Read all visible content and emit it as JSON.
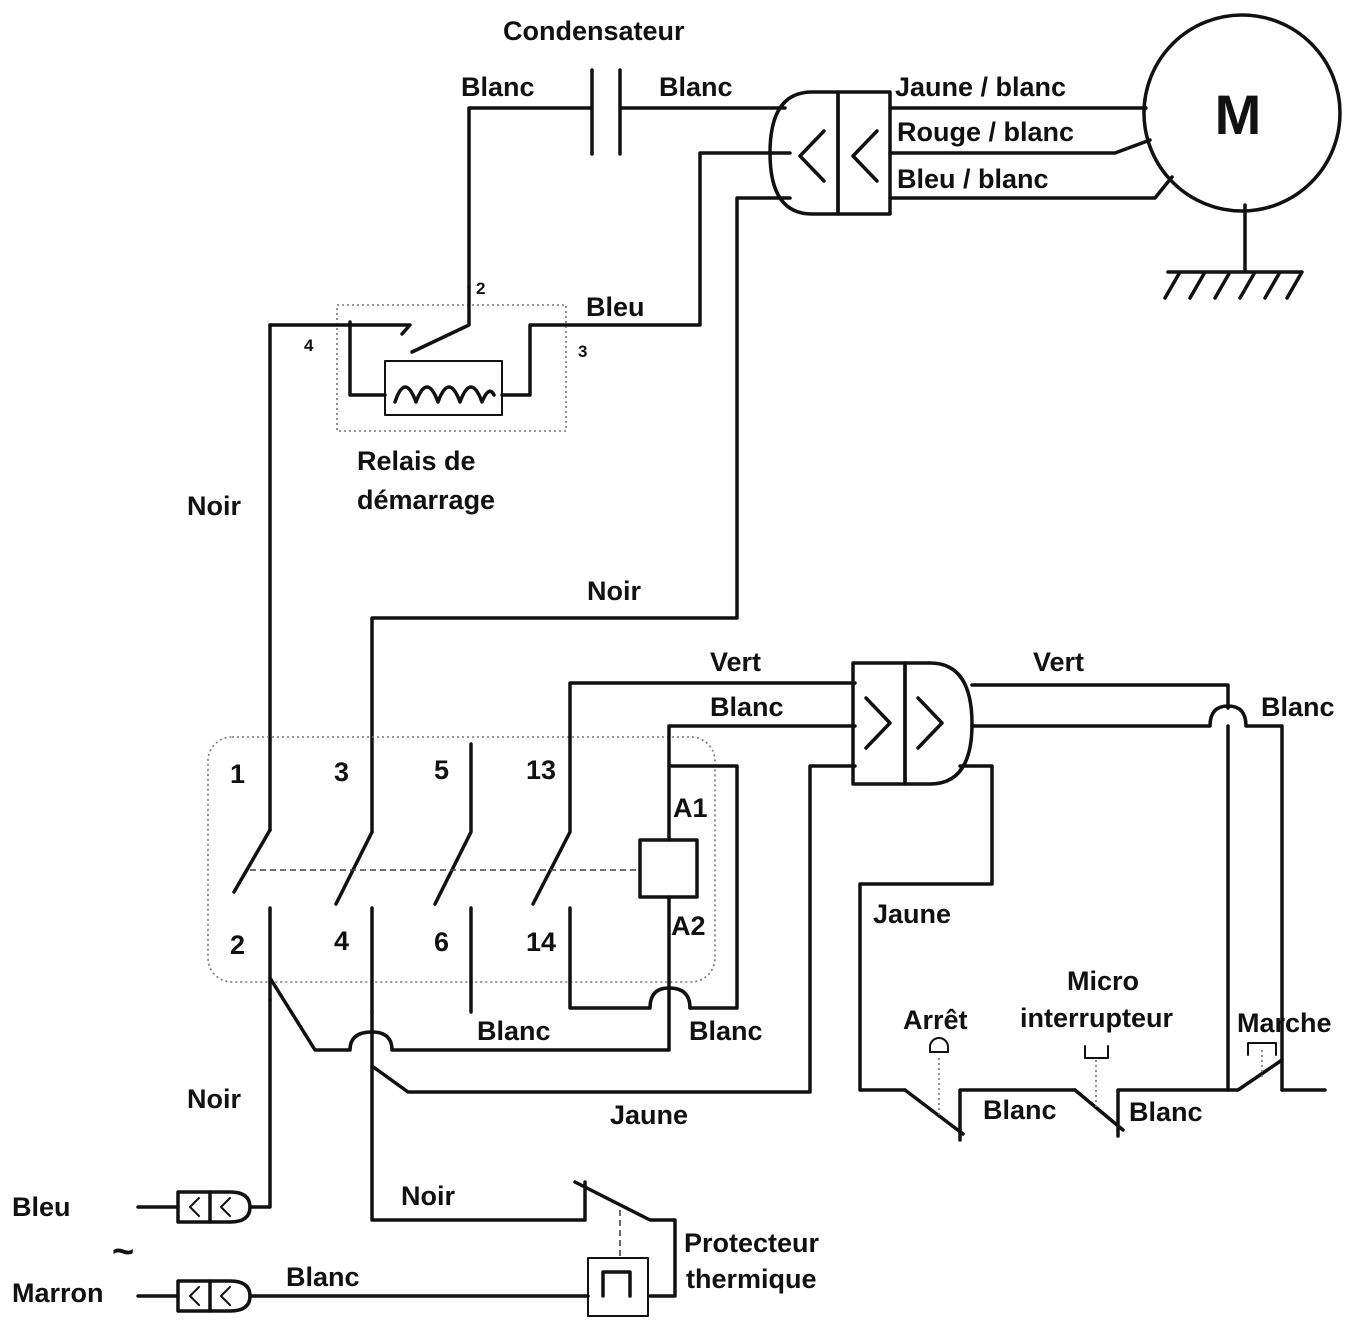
{
  "labels": {
    "condensateur": "Condensateur",
    "cap_left": "Blanc",
    "cap_right": "Blanc",
    "motor": "M",
    "jaune_blanc": "Jaune / blanc",
    "rouge_blanc": "Rouge / blanc",
    "bleu_blanc": "Bleu / blanc",
    "relay_pin2": "2",
    "relay_pin3": "3",
    "relay_pin4": "4",
    "bleu_relay": "Bleu",
    "relay_name_1": "Relais de",
    "relay_name_2": "démarrage",
    "noir_left": "Noir",
    "noir_mid": "Noir",
    "vert_left": "Vert",
    "vert_right": "Vert",
    "blanc_a1": "Blanc",
    "blanc_right": "Blanc",
    "ct_1": "1",
    "ct_3": "3",
    "ct_5": "5",
    "ct_13": "13",
    "ct_a1": "A1",
    "ct_2": "2",
    "ct_4": "4",
    "ct_6": "6",
    "ct_14": "14",
    "ct_a2": "A2",
    "jaune_ctrl": "Jaune",
    "blanc_bottom": "Blanc",
    "blanc_bottom_right": "Blanc",
    "arret": "Arrêt",
    "micro_1": "Micro",
    "micro_2": "interrupteur",
    "marche": "Marche",
    "blanc_sw1": "Blanc",
    "blanc_sw2": "Blanc",
    "noir_lower": "Noir",
    "jaune_bottom": "Jaune",
    "bleu_in": "Bleu",
    "tilde": "~",
    "marron_in": "Marron",
    "noir_prot": "Noir",
    "blanc_prot": "Blanc",
    "prot_1": "Protecteur",
    "prot_2": "thermique"
  }
}
